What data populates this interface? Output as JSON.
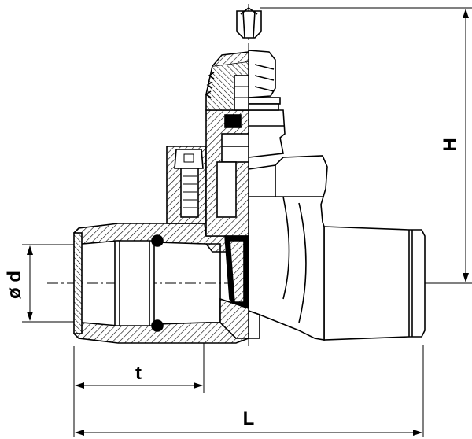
{
  "dimensions": {
    "diameter_label": "ø d",
    "socket_depth_label": "t",
    "length_label": "L",
    "height_label": "H"
  },
  "colors": {
    "line": "#000000",
    "hatch": "#000000",
    "background": "#ffffff",
    "fill": "#ffffff"
  }
}
